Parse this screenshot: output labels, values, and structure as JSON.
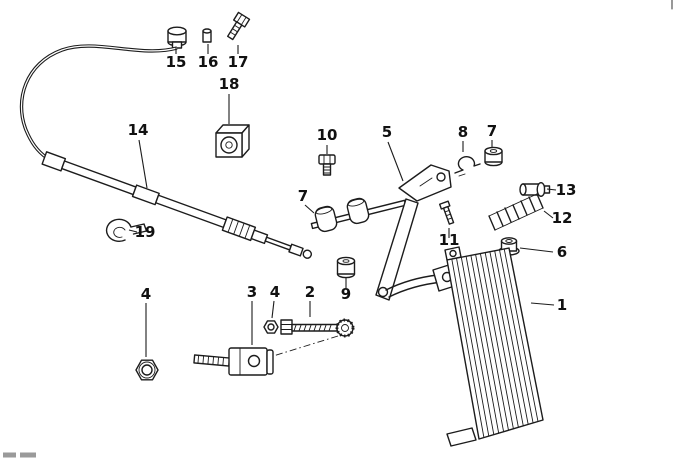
{
  "diagram": {
    "background_color": "#ffffff",
    "line_color": "#1c1c1c",
    "label_color": "#111111"
  },
  "labels": [
    {
      "part": "15",
      "text": "15"
    },
    {
      "part": "16",
      "text": "16"
    },
    {
      "part": "17",
      "text": "17"
    },
    {
      "part": "18",
      "text": "18"
    },
    {
      "part": "14",
      "text": "14"
    },
    {
      "part": "10",
      "text": "10"
    },
    {
      "part": "5",
      "text": "5"
    },
    {
      "part": "8",
      "text": "8"
    },
    {
      "part": "7-upper",
      "text": "7"
    },
    {
      "part": "13",
      "text": "13"
    },
    {
      "part": "12",
      "text": "12"
    },
    {
      "part": "6",
      "text": "6"
    },
    {
      "part": "7-left",
      "text": "7"
    },
    {
      "part": "11",
      "text": "11"
    },
    {
      "part": "19",
      "text": "19"
    },
    {
      "part": "9",
      "text": "9"
    },
    {
      "part": "4-left",
      "text": "4"
    },
    {
      "part": "3",
      "text": "3"
    },
    {
      "part": "4-mid",
      "text": "4"
    },
    {
      "part": "2",
      "text": "2"
    },
    {
      "part": "1",
      "text": "1"
    }
  ]
}
